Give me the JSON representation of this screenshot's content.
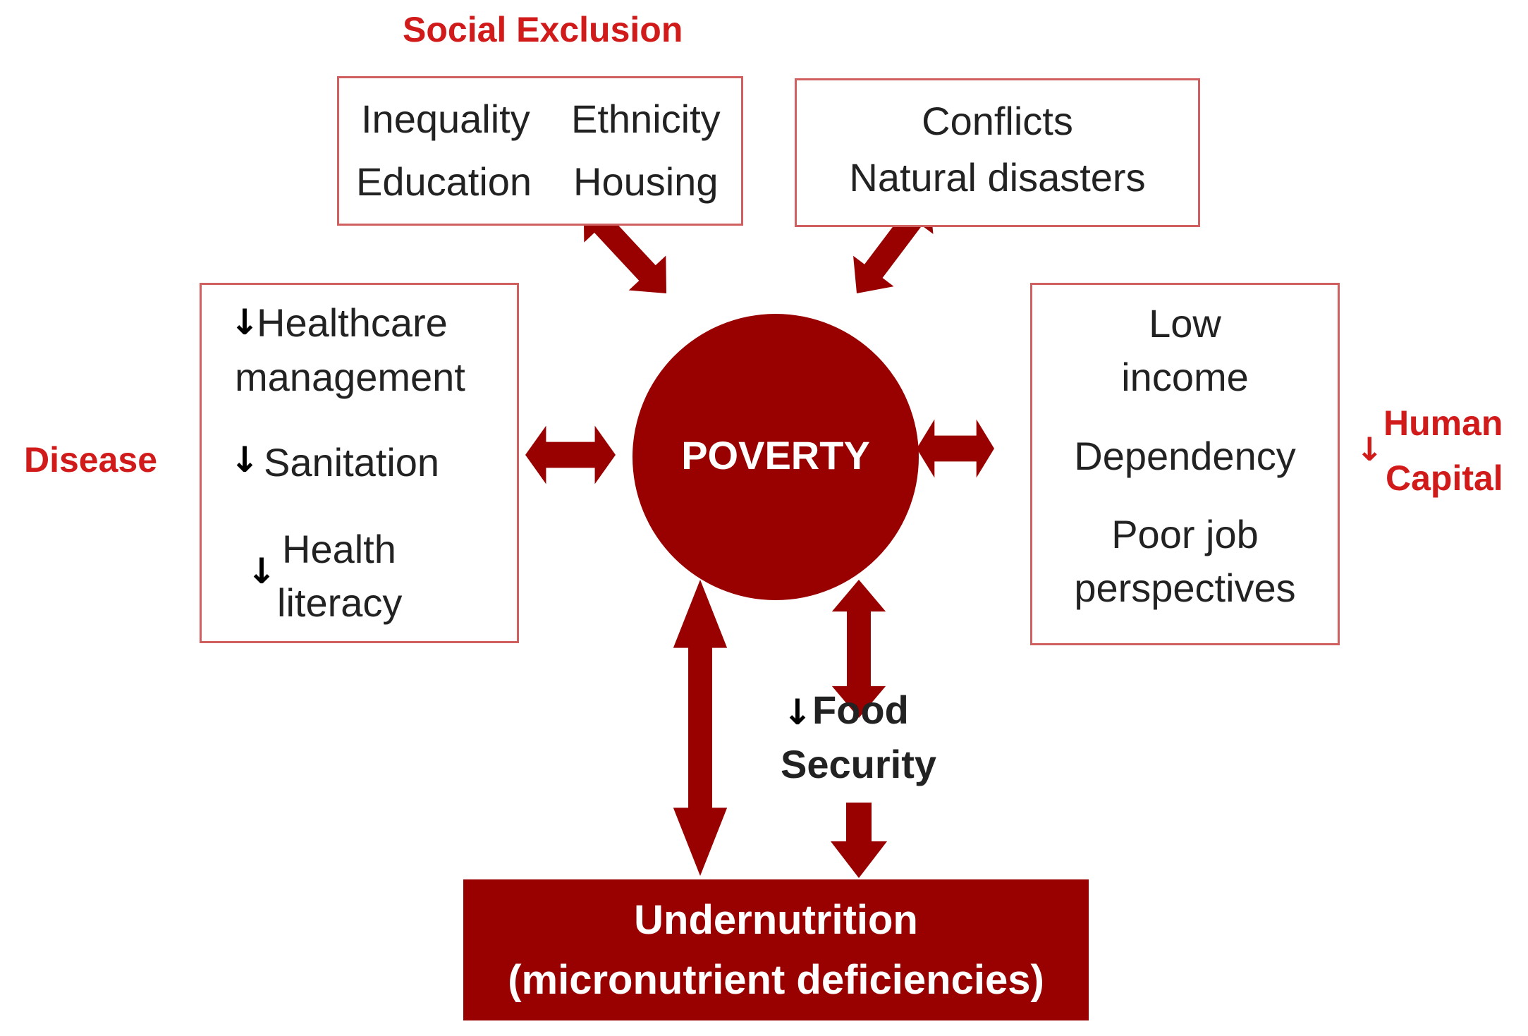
{
  "colors": {
    "dark_red": "#990000",
    "label_red": "#d11a1a",
    "box_border": "#d06060",
    "text": "#222222"
  },
  "icons": {
    "decrease": "down-arrow"
  },
  "center": {
    "label": "POVERTY"
  },
  "categories": {
    "social_exclusion": "Social Exclusion",
    "disease": "Disease",
    "human_capital_line1": "Human",
    "human_capital_line2": "Capital"
  },
  "social_box": {
    "items": [
      "Inequality",
      "Ethnicity",
      "Education",
      "Housing"
    ]
  },
  "conflicts_box": {
    "line1": "Conflicts",
    "line2": "Natural disasters"
  },
  "disease_box": {
    "healthcare_line1": "Healthcare",
    "healthcare_line2": "management",
    "sanitation": "Sanitation",
    "health_literacy_line1": "Health",
    "health_literacy_line2": "literacy"
  },
  "human_capital_box": {
    "low_income_line1": "Low",
    "low_income_line2": "income",
    "dependency": "Dependency",
    "job_line1": "Poor job",
    "job_line2": "perspectives"
  },
  "food_security": {
    "line1": "Food",
    "line2": "Security"
  },
  "outcome": {
    "title": "Undernutrition",
    "subtitle": "(micronutrient deficiencies)"
  }
}
